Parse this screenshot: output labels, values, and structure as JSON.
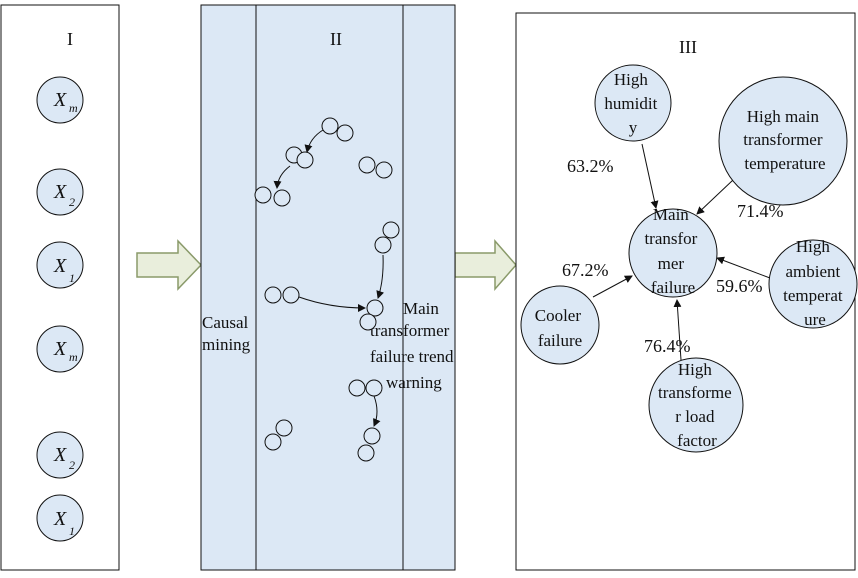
{
  "panels": {
    "panel1_label": "I",
    "panel2_label": "II",
    "panel3_label": "III"
  },
  "variables": [
    {
      "base": "X",
      "sub": "m"
    },
    {
      "base": "X",
      "sub": "2"
    },
    {
      "base": "X",
      "sub": "1"
    },
    {
      "base": "X",
      "sub": "m"
    },
    {
      "base": "X",
      "sub": "2"
    },
    {
      "base": "X",
      "sub": "1"
    }
  ],
  "middle": {
    "left_text": [
      "Causal",
      "mining"
    ],
    "right_text": [
      "Main",
      "transformer",
      "failure trend",
      "warning"
    ]
  },
  "nodes": {
    "center": [
      "Main",
      "transfor",
      "mer",
      "failure"
    ],
    "humidity": [
      "High",
      "humidit",
      "y"
    ],
    "main_temp": [
      "High main",
      "transformer",
      "temperature"
    ],
    "ambient": [
      "High",
      "ambient",
      "temperat",
      "ure"
    ],
    "cooler": [
      "Cooler",
      "failure"
    ],
    "load": [
      "High",
      "transforme",
      "r load",
      "factor"
    ]
  },
  "percentages": {
    "humidity": "63.2%",
    "main_temp": "71.4%",
    "ambient": "59.6%",
    "cooler": "67.2%",
    "load": "76.4%"
  },
  "colors": {
    "panel_fill": "#dce8f5",
    "arrow_fill": "#e9eedc",
    "arrow_stroke": "#8a9a6a",
    "node_fill": "#dce8f5"
  }
}
